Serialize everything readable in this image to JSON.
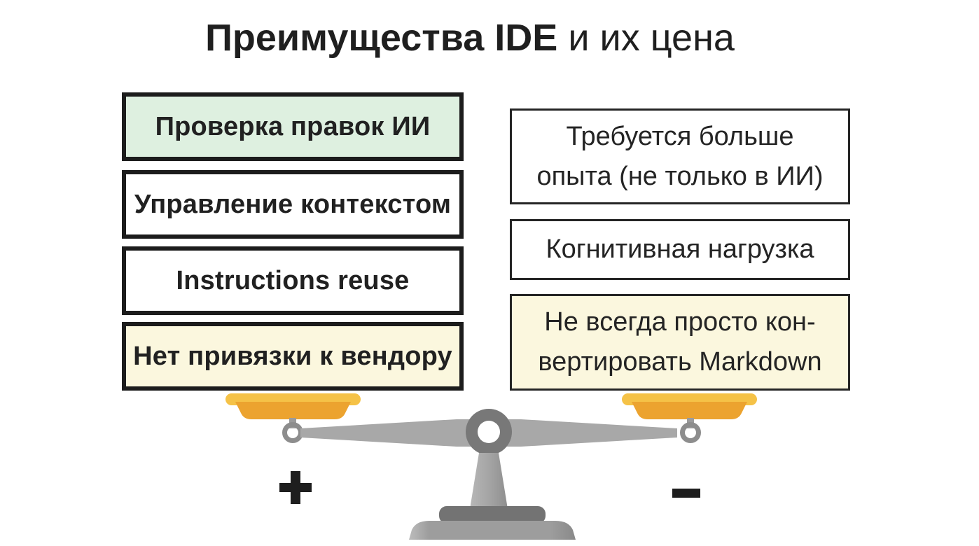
{
  "title": {
    "emphasis": "Преимущества IDE",
    "rest": "и их цена"
  },
  "pros": {
    "sign": "+",
    "items": [
      {
        "label": "Проверка правок ИИ",
        "highlight": "green"
      },
      {
        "label": "Управление контекстом",
        "highlight": "none"
      },
      {
        "label": "Instructions reuse",
        "highlight": "none"
      },
      {
        "label": "Нет привязки к вендору",
        "highlight": "yellow"
      }
    ]
  },
  "cons": {
    "sign": "−",
    "items": [
      {
        "label": "Требуется больше\nопыта (не только в ИИ)",
        "highlight": "none"
      },
      {
        "label": "Когнитивная нагрузка",
        "highlight": "none"
      },
      {
        "label": "Не всегда просто кон-\nвертировать Markdown",
        "highlight": "yellow"
      }
    ]
  },
  "icons": {
    "balance_scale": "balance-scale-illustration",
    "plus": "plus-icon",
    "minus": "minus-icon"
  },
  "colors": {
    "background": "#ffffff",
    "card_border_left": "#1c1c1c",
    "card_border_right": "#252525",
    "green_highlight": "#def0e0",
    "yellow_highlight": "#fbf7de",
    "text": "#212121",
    "pan_top_yellow": "#f5c247",
    "pan_body_orange": "#eca32f",
    "beam_gray": "#a8a8a8",
    "hub_gray": "#787878",
    "base_gray": "#9d9d9d",
    "sign_black": "#1e1e1e"
  }
}
